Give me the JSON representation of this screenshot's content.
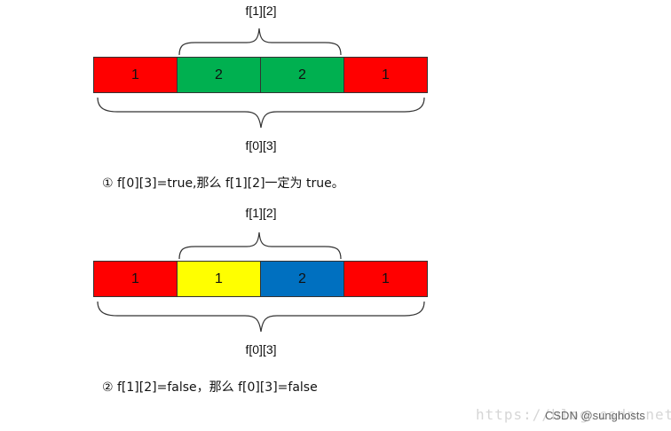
{
  "diagram1": {
    "top_label": "f[1][2]",
    "bottom_label": "f[0][3]",
    "cells": [
      {
        "value": "1",
        "color": "#ff0000"
      },
      {
        "value": "2",
        "color": "#00b050"
      },
      {
        "value": "2",
        "color": "#00b050"
      },
      {
        "value": "1",
        "color": "#ff0000"
      }
    ],
    "note": "① f[0][3]=true,那么 f[1][2]一定为 true。"
  },
  "diagram2": {
    "top_label": "f[1][2]",
    "bottom_label": "f[0][3]",
    "cells": [
      {
        "value": "1",
        "color": "#ff0000"
      },
      {
        "value": "1",
        "color": "#ffff00"
      },
      {
        "value": "2",
        "color": "#0070c0"
      },
      {
        "value": "1",
        "color": "#ff0000"
      }
    ],
    "note": "② f[1][2]=false，那么 f[0][3]=false"
  },
  "watermark": {
    "url_text": "https://blog.csdn.net/",
    "credit": "CSDN @sunghosts"
  }
}
